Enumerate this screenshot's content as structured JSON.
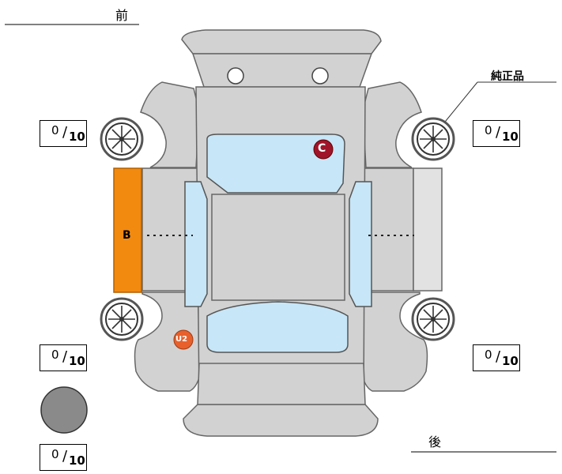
{
  "labels": {
    "front": "前",
    "rear": "後",
    "genuine": "純正品"
  },
  "tire_scores": [
    {
      "value": "0",
      "max": "10"
    },
    {
      "value": "0",
      "max": "10"
    },
    {
      "value": "0",
      "max": "10"
    },
    {
      "value": "0",
      "max": "10"
    },
    {
      "value": "0",
      "max": "10"
    }
  ],
  "markers": {
    "panel_code": "B",
    "glass_code": "C",
    "dent_code": "U2"
  },
  "colors": {
    "body": "#d2d2d2",
    "glass": "#c7e6f7",
    "panel_highlight": "#f28a10",
    "marker_dark": "#a0142a",
    "marker_orange": "#e8602c",
    "spare_tire": "#8a8a8a"
  }
}
